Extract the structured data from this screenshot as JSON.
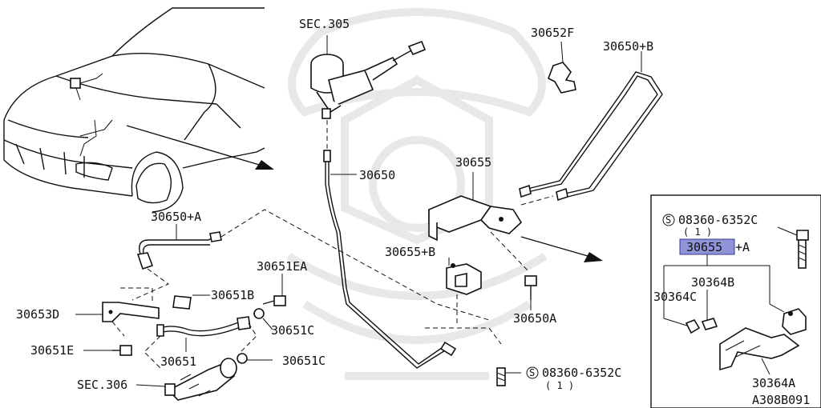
{
  "diagram": {
    "watermark": "faint decorative emblem (logo)",
    "labels": {
      "sec305": "SEC.305",
      "p30652f": "30652F",
      "p30650b": "30650+B",
      "p30650": "30650",
      "p30655": "30655",
      "p30650a_top": "30650+A",
      "p30655b": "30655+B",
      "p30651ea": "30651EA",
      "p30651b": "30651B",
      "p30653d": "30653D",
      "p30651c_1": "30651C",
      "p30650a": "30650A",
      "p30651e": "30651E",
      "p30651": "30651",
      "p30651c_2": "30651C",
      "sec306": "SEC.306",
      "bolt_main": "08360-6352C",
      "bolt_main_qty": "( 1 )"
    },
    "inset": {
      "bolt": "08360-6352C",
      "bolt_qty": "( 1 )",
      "highlight_part": "30655",
      "highlight_suffix": "+A",
      "p30364b": "30364B",
      "p30364c": "30364C",
      "p30364a": "30364A",
      "ref_code": "A308B091",
      "highlight_color": "#8f93d8"
    }
  }
}
